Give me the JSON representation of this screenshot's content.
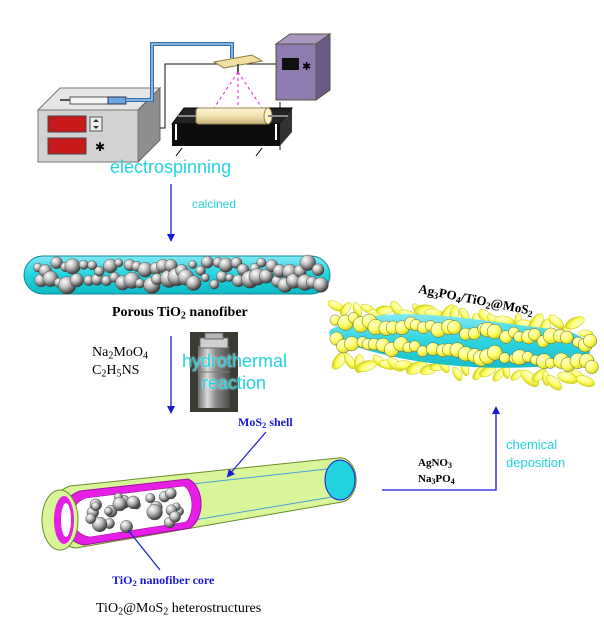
{
  "labels": {
    "step1": "electrospinning",
    "step2": "calcined",
    "nanofiber_pre": "Porous TiO",
    "nanofiber_sub": "2",
    "nanofiber_post": " nanofiber",
    "reagent1_pre": "Na",
    "reagent1_s1": "2",
    "reagent1_mid": "MoO",
    "reagent1_s2": "4",
    "reagent2_pre": "C",
    "reagent2_s1": "2",
    "reagent2_mid": "H",
    "reagent2_s2": "5",
    "reagent2_post": "NS",
    "hydro1": "hydrothermal",
    "hydro2": "reaction",
    "shell_pre": "MoS",
    "shell_sub": "2",
    "shell_post": " shell",
    "core_pre": "TiO",
    "core_sub": "2",
    "core_post": " nanofiber core",
    "hetero_pre": "TiO",
    "hetero_s1": "2",
    "hetero_mid": "@MoS",
    "hetero_s2": "2",
    "hetero_post": " heterostructures",
    "agno3_pre": "AgNO",
    "agno3_sub": "3",
    "na3po4_pre": "Na",
    "na3po4_s1": "3",
    "na3po4_mid": "PO",
    "na3po4_s2": "4",
    "chem1": "chemical",
    "chem2": "deposition",
    "prod_a": "Ag",
    "prod_a_s": "3",
    "prod_b": "PO",
    "prod_b_s": "4",
    "prod_c": "/TiO",
    "prod_c_s": "2",
    "prod_d": "@MoS",
    "prod_d_s": "2"
  },
  "colors": {
    "cyan": "#22d3df",
    "arrow": "#1a1ad6",
    "shell": "#e61ee6",
    "tube": "#d9f59a",
    "particles": "#ffff66"
  },
  "icons": [
    "syringe-pump-icon",
    "power-supply-icon",
    "collector-drum-icon",
    "autoclave-icon"
  ]
}
